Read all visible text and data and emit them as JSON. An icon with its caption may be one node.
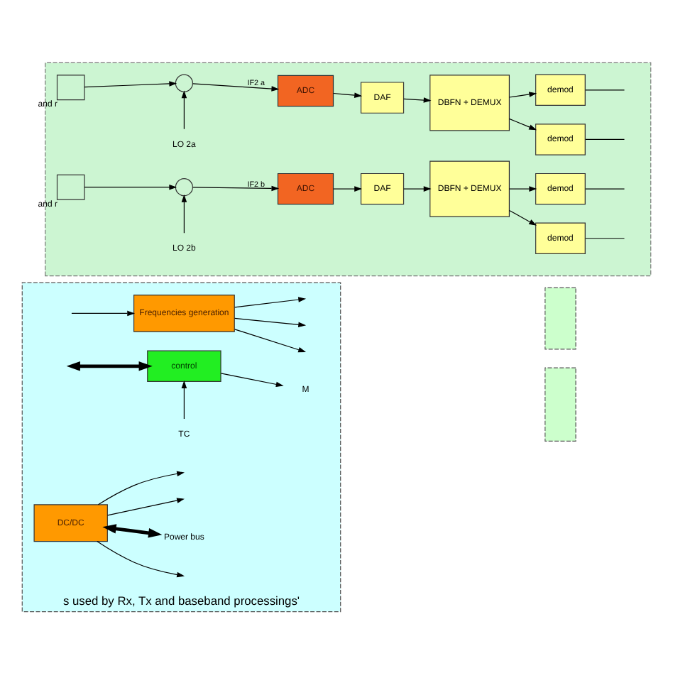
{
  "diagram": {
    "nodes": [
      {
        "text": [],
        "shape": "box"
      },
      {
        "text": [],
        "shape": "box",
        "beside": [
          "and r"
        ],
        "in": 0
      },
      {
        "text": [],
        "shape": "circle",
        "in": 0
      },
      {
        "text": [
          "LO 2a"
        ],
        "in": 0
      },
      {
        "text": [
          "ADC"
        ],
        "in": 0
      },
      {
        "text": [
          "DAF"
        ],
        "in": 0
      },
      {
        "text": [
          "DBFN + DEMUX"
        ],
        "in": 0
      },
      {
        "text": [
          "demod"
        ],
        "in": 0
      },
      {
        "text": [
          "demod"
        ],
        "in": 0
      },
      {
        "text": [],
        "shape": "box",
        "beside": [
          "and r"
        ],
        "in": 0
      },
      {
        "text": [],
        "shape": "circle",
        "in": 0
      },
      {
        "text": [
          "LO 2b"
        ],
        "in": 0
      },
      {
        "text": [
          "ADC"
        ],
        "in": 0
      },
      {
        "text": [
          "DAF"
        ],
        "in": 0
      },
      {
        "text": [
          "DBFN + DEMUX"
        ],
        "in": 0
      },
      {
        "text": [
          "demod"
        ],
        "in": 0
      },
      {
        "text": [
          "demod"
        ],
        "in": 0
      },
      {
        "text": [
          "s used by Rx, Tx and baseband processings'"
        ]
      },
      {
        "text": [
          "Frequencies generation"
        ],
        "in": 17
      },
      {
        "text": [
          "DC/DC"
        ],
        "in": 17
      },
      {
        "text": [
          "control"
        ],
        "in": 17
      },
      {
        "text": [
          "M"
        ],
        "in": 17
      },
      {
        "text": [
          "TC"
        ],
        "in": 17
      },
      {
        "text": [
          "Power bus"
        ],
        "in": 17
      },
      {
        "text": [],
        "shape": "box"
      },
      {
        "text": [],
        "shape": "box"
      }
    ],
    "edges": [
      {
        "from": 1,
        "to": 2,
        "arrow": "to"
      },
      {
        "from": 3,
        "to": 2,
        "arrow": "to"
      },
      {
        "from": 2,
        "to": 4,
        "arrow": "to",
        "label": "IF2 a"
      },
      {
        "from": 4,
        "to": 5,
        "arrow": "to"
      },
      {
        "from": 5,
        "to": 6,
        "arrow": "to"
      },
      {
        "from": 6,
        "to": 7,
        "arrow": "to"
      },
      {
        "from": 6,
        "to": 8,
        "arrow": "to"
      },
      {
        "from": 7,
        "to": null,
        "arrow": "none"
      },
      {
        "from": 8,
        "to": null,
        "arrow": "none"
      },
      {
        "from": 9,
        "to": 10,
        "arrow": "to"
      },
      {
        "from": 11,
        "to": 10,
        "arrow": "to"
      },
      {
        "from": 10,
        "to": 12,
        "arrow": "to",
        "label": "IF2 b"
      },
      {
        "from": 12,
        "to": 13,
        "arrow": "to"
      },
      {
        "from": 13,
        "to": 14,
        "arrow": "to"
      },
      {
        "from": 14,
        "to": 15,
        "arrow": "to"
      },
      {
        "from": 14,
        "to": 16,
        "arrow": "to"
      },
      {
        "from": 15,
        "to": null,
        "arrow": "none"
      },
      {
        "from": 16,
        "to": null,
        "arrow": "none"
      },
      {
        "from": 18,
        "to": null,
        "arrow": "to"
      },
      {
        "from": 18,
        "to": null,
        "arrow": "to"
      },
      {
        "from": 18,
        "to": null,
        "arrow": "to"
      },
      {
        "from": null,
        "to": 18,
        "arrow": "to"
      },
      {
        "from": null,
        "to": 20,
        "arrow": "both",
        "style": "thick"
      },
      {
        "from": 20,
        "to": 21,
        "arrow": "to"
      },
      {
        "from": 22,
        "to": 20,
        "arrow": "to"
      },
      {
        "from": 19,
        "to": null,
        "arrow": "to"
      },
      {
        "from": 19,
        "to": null,
        "arrow": "to"
      },
      {
        "from": 19,
        "to": null,
        "arrow": "to"
      },
      {
        "from": 19,
        "to": 23,
        "arrow": "both",
        "style": "thick"
      }
    ]
  }
}
